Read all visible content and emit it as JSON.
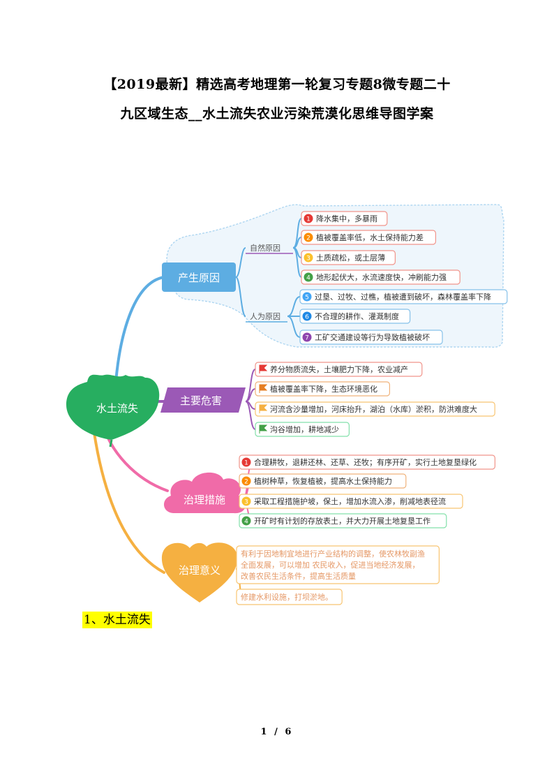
{
  "document": {
    "title_line1": "【2019最新】精选高考地理第一轮复习专题8微专题二十",
    "title_line2": "九区域生态__水土流失农业污染荒漠化思维导图学案",
    "section_heading": "1、水土流失",
    "page_number": "1 / 6"
  },
  "mindmap": {
    "root": "水土流失",
    "branches": [
      {
        "label": "产生原因",
        "color": "#5dade2",
        "groups": [
          {
            "label": "自然原因",
            "items": [
              {
                "marker": "1",
                "marker_color": "#e53935",
                "text": "降水集中，多暴雨"
              },
              {
                "marker": "2",
                "marker_color": "#fb8c00",
                "text": "植被覆盖率低，水土保持能力差"
              },
              {
                "marker": "3",
                "marker_color": "#fbc02d",
                "text": "土质疏松，或土层薄"
              },
              {
                "marker": "4",
                "marker_color": "#43a047",
                "text": "地形起伏大，水流速度快，冲刷能力强"
              }
            ]
          },
          {
            "label": "人为原因",
            "items": [
              {
                "marker": "5",
                "marker_color": "#42a5f5",
                "text": "过垦、过牧、过樵，植被遭到破坏，森林覆盖率下降"
              },
              {
                "marker": "6",
                "marker_color": "#1e88e5",
                "text": "不合理的耕作、灌溉制度"
              },
              {
                "marker": "7",
                "marker_color": "#8e44ad",
                "text": "工矿交通建设等行为导致植被破坏"
              }
            ]
          }
        ]
      },
      {
        "label": "主要危害",
        "color": "#9b59b6",
        "items": [
          {
            "flag_color": "#e53935",
            "text": "养分物质流失，土壤肥力下降，农业减产"
          },
          {
            "flag_color": "#e67e22",
            "text": "植被覆盖率下降，生态环境恶化"
          },
          {
            "flag_color": "#f5b041",
            "text": "河流含沙量增加，河床抬升，湖泊（水库）淤积，防洪难度大"
          },
          {
            "flag_color": "#43a047",
            "text": "沟谷增加，耕地减少"
          }
        ]
      },
      {
        "label": "治理措施",
        "color": "#f06ba8",
        "items": [
          {
            "marker": "1",
            "marker_color": "#e53935",
            "text": "合理耕牧，退耕还林、还草、还牧；有序开矿，实行土地复垦绿化"
          },
          {
            "marker": "2",
            "marker_color": "#fb8c00",
            "text": "植树种草，恢复植被，提高水土保持能力"
          },
          {
            "marker": "3",
            "marker_color": "#fbc02d",
            "text": "采取工程措施护坡，保土，增加水流入渗，削减地表径流"
          },
          {
            "marker": "4",
            "marker_color": "#43a047",
            "text": "开矿时有计划的存放表土，并大力开展土地复垦工作"
          }
        ]
      },
      {
        "label": "治理意义",
        "color": "#f5b041",
        "items": [
          {
            "text_lines": [
              "有利于因地制宜地进行产业结构的调整，使农林牧副渔",
              "全面发展，可以增加 农民收入，促进当地经济发展，",
              "改善农民生活条件，提高生活质量"
            ]
          },
          {
            "text_lines": [
              "修建水利设施，打坝淤地。"
            ]
          }
        ]
      }
    ]
  }
}
